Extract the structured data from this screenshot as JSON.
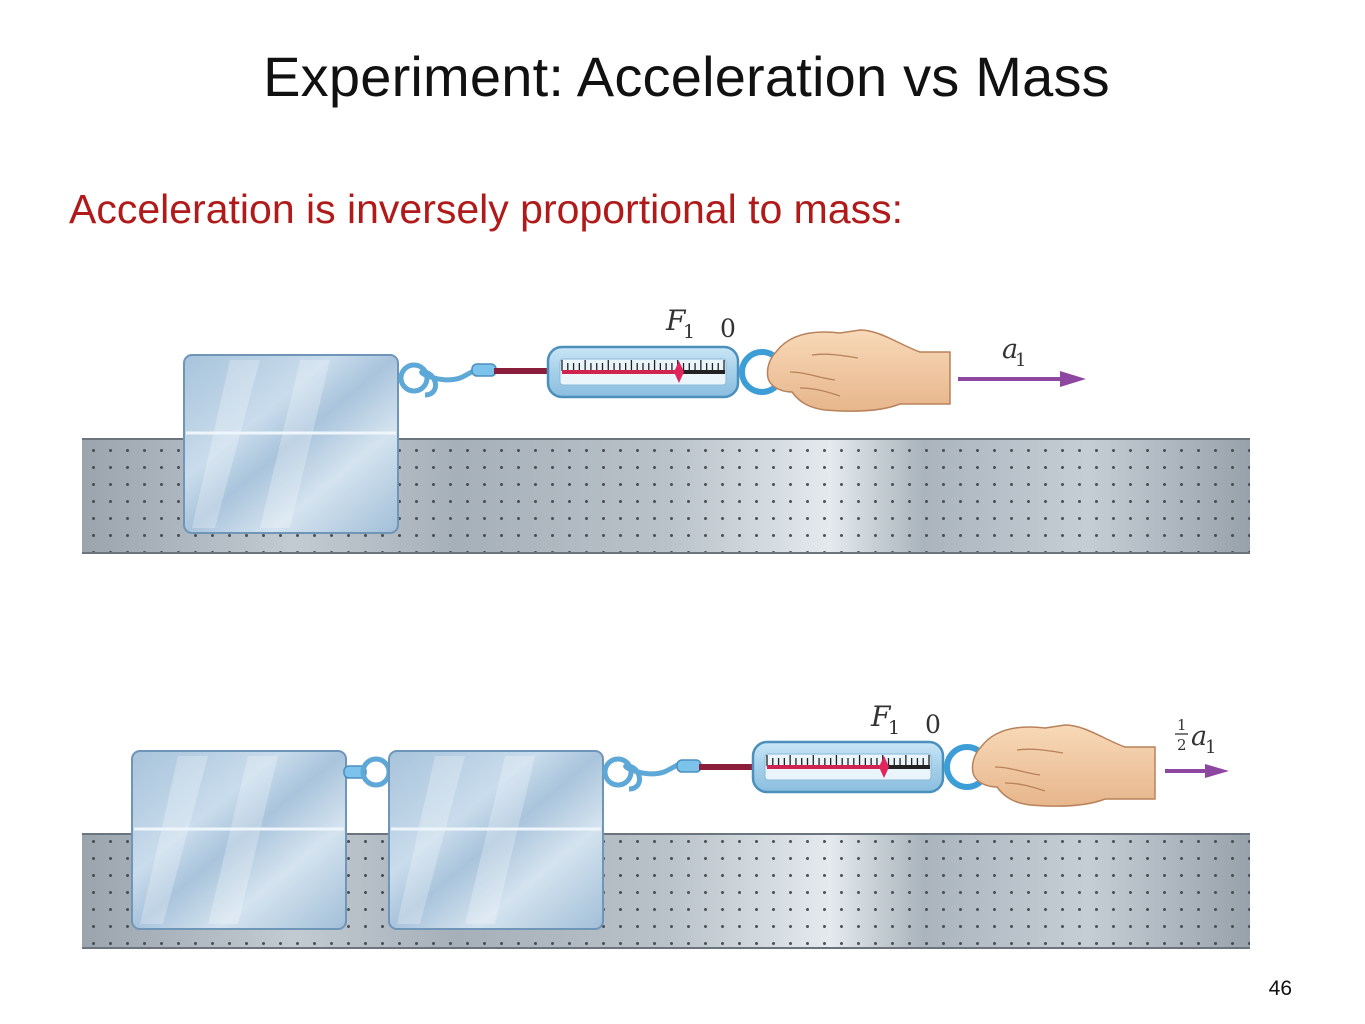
{
  "slide": {
    "title": "Experiment: Acceleration vs Mass",
    "subtitle": "Acceleration is inversely proportional to mass:",
    "page_number": "46"
  },
  "colors": {
    "title": "#111111",
    "subtitle": "#b01a1a",
    "arrow": "#8e47a0",
    "block": "#b7d0e4",
    "scale": "#a9d3ec",
    "cord": "#8b1e3a",
    "indicator": "#e0245c",
    "track": "#b5bfc8"
  },
  "panels": [
    {
      "blocks": 1,
      "force_label": "F",
      "force_sub": "1",
      "zero_label": "0",
      "accel_label": "a",
      "accel_sub": "1",
      "accel_fraction": null
    },
    {
      "blocks": 2,
      "force_label": "F",
      "force_sub": "1",
      "zero_label": "0",
      "accel_label": "a",
      "accel_sub": "1",
      "accel_fraction": {
        "num": "1",
        "den": "2"
      }
    }
  ]
}
